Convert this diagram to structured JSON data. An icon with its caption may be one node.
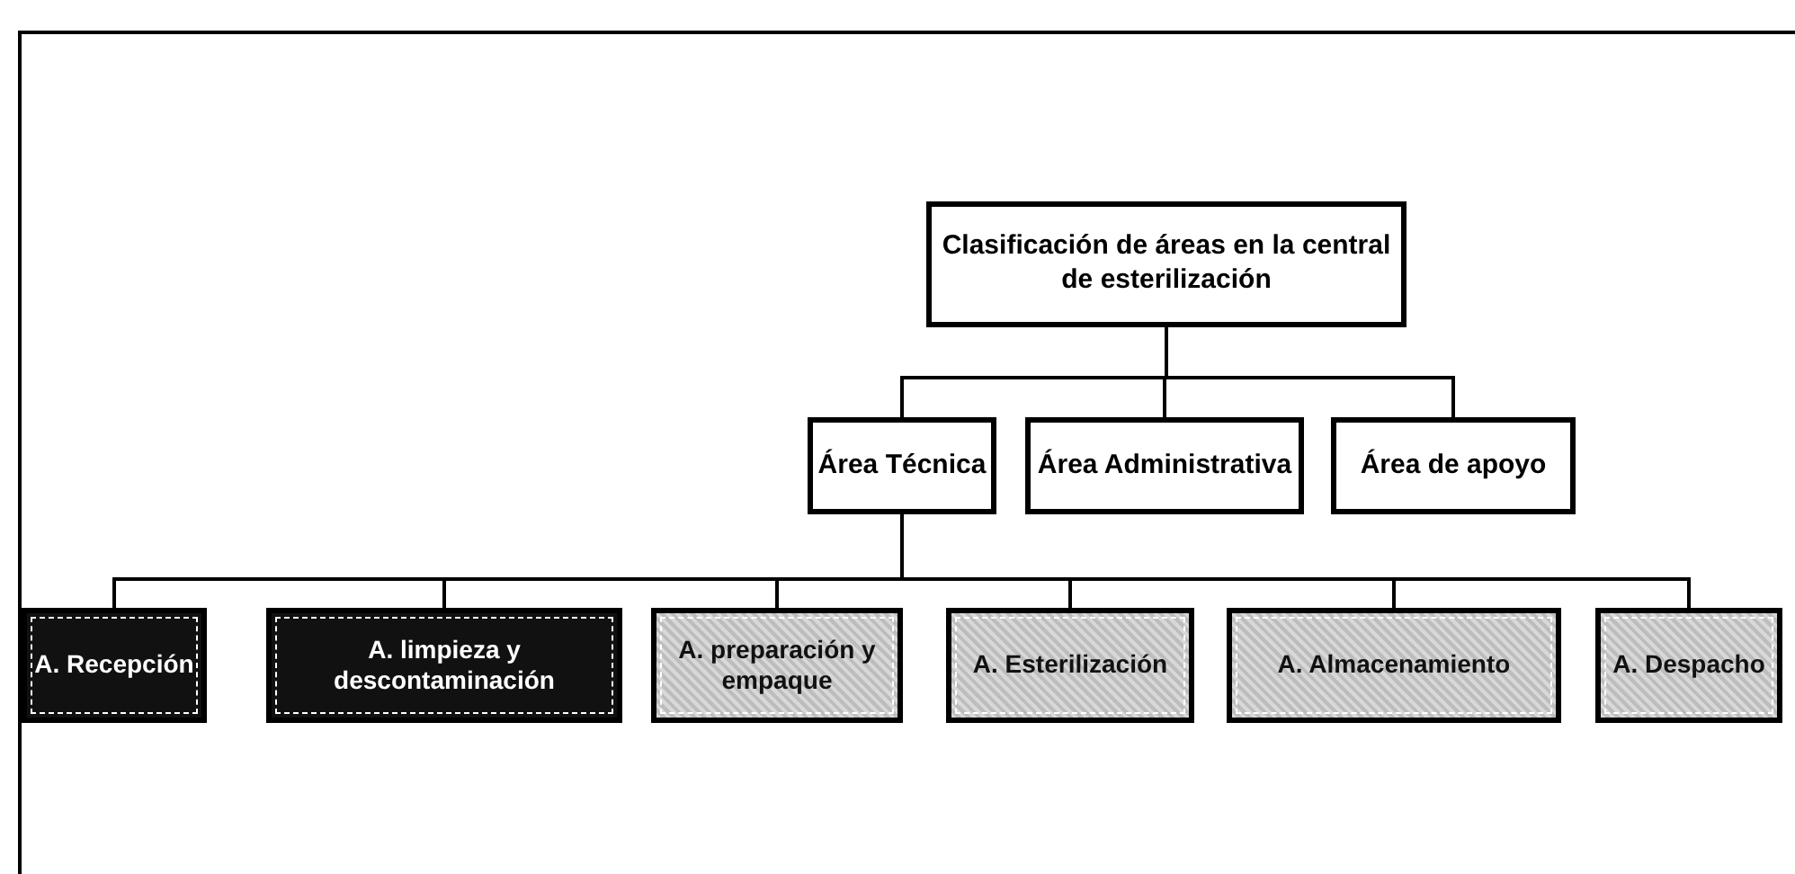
{
  "diagram": {
    "nodes": [
      {
        "text": [
          "Clasificación de áreas en la central de esterilización"
        ]
      },
      {
        "text": [
          "Área Técnica"
        ]
      },
      {
        "text": [
          "Área Administrativa"
        ]
      },
      {
        "text": [
          "Área de apoyo"
        ]
      },
      {
        "text": [
          "A. Recepción"
        ]
      },
      {
        "text": [
          "A. limpieza y descontaminación"
        ]
      },
      {
        "text": [
          "A. preparación y empaque"
        ]
      },
      {
        "text": [
          "A. Esterilización"
        ]
      },
      {
        "text": [
          "A. Almacenamiento"
        ]
      },
      {
        "text": [
          "A. Despacho"
        ]
      }
    ],
    "edges": [
      {
        "from": 0,
        "to": 1,
        "arrow": "none"
      },
      {
        "from": 0,
        "to": 2,
        "arrow": "none"
      },
      {
        "from": 0,
        "to": 3,
        "arrow": "none"
      },
      {
        "from": 1,
        "to": 4,
        "arrow": "none"
      },
      {
        "from": 1,
        "to": 5,
        "arrow": "none"
      },
      {
        "from": 1,
        "to": 6,
        "arrow": "none"
      },
      {
        "from": 1,
        "to": 7,
        "arrow": "none"
      },
      {
        "from": 1,
        "to": 8,
        "arrow": "none"
      },
      {
        "from": 1,
        "to": 9,
        "arrow": "none"
      }
    ]
  }
}
